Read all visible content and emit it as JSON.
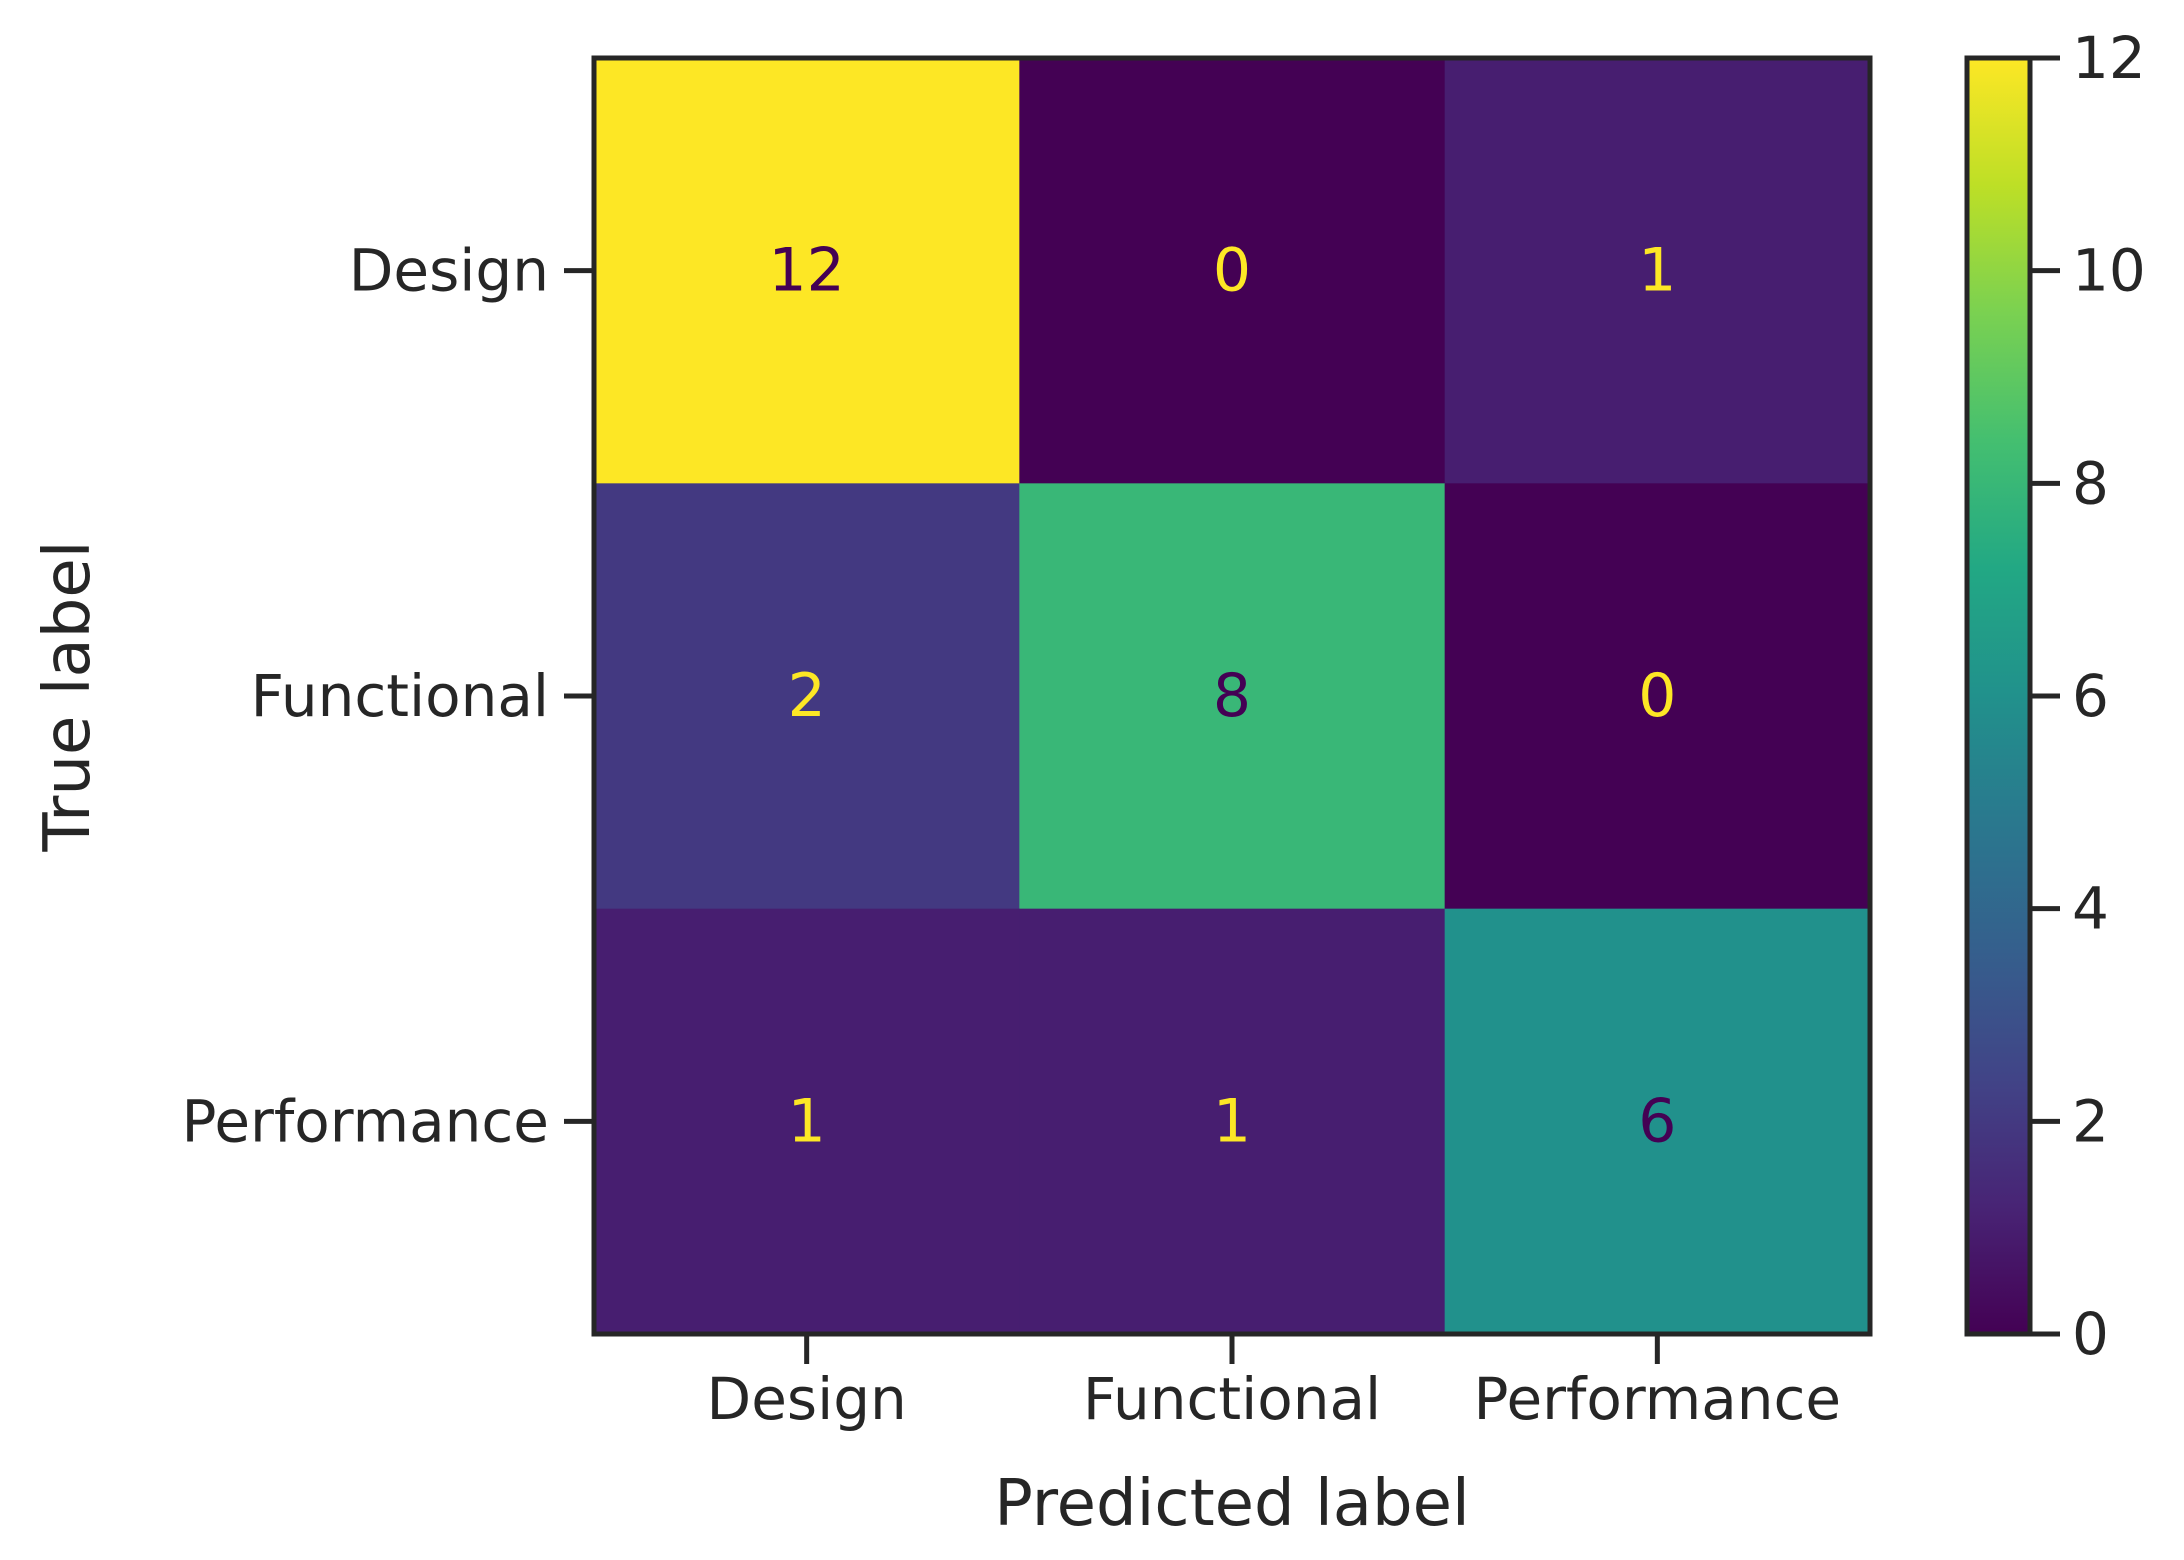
{
  "chart_data": {
    "type": "heatmap",
    "title": "",
    "xlabel": "Predicted label",
    "ylabel": "True label",
    "x_categories": [
      "Design",
      "Functional",
      "Performance"
    ],
    "y_categories": [
      "Design",
      "Functional",
      "Performance"
    ],
    "values": [
      [
        12,
        0,
        1
      ],
      [
        2,
        8,
        0
      ],
      [
        1,
        1,
        6
      ]
    ],
    "colorbar": {
      "min": 0,
      "max": 12,
      "ticks": [
        "0",
        "2",
        "4",
        "6",
        "8",
        "10",
        "12"
      ],
      "colormap": "viridis"
    },
    "colors": {
      "text_light": "#fde725",
      "text_dark": "#440154",
      "axis": "#262626"
    }
  }
}
